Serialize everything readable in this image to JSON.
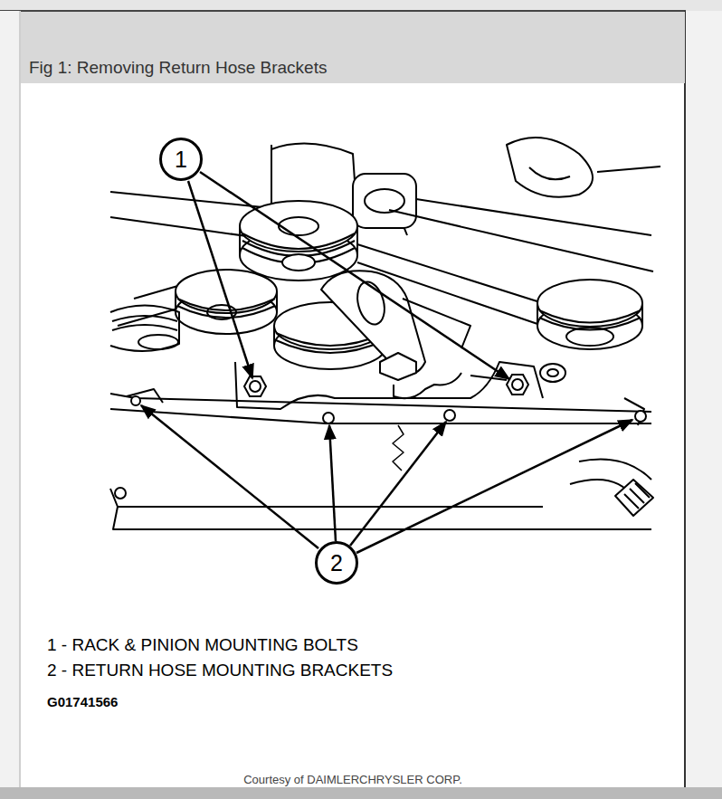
{
  "diagram": {
    "title": "Fig 1: Removing Return Hose Brackets",
    "nodes": [
      {
        "text": [
          "1"
        ]
      },
      {
        "text": [
          "2"
        ]
      }
    ],
    "labels": [
      "1 - RACK & PINION MOUNTING BOLTS",
      "2 - RETURN HOSE MOUNTING BRACKETS",
      "G01741566",
      "Courtesy of DAIMLERCHRYSLER CORP."
    ]
  }
}
